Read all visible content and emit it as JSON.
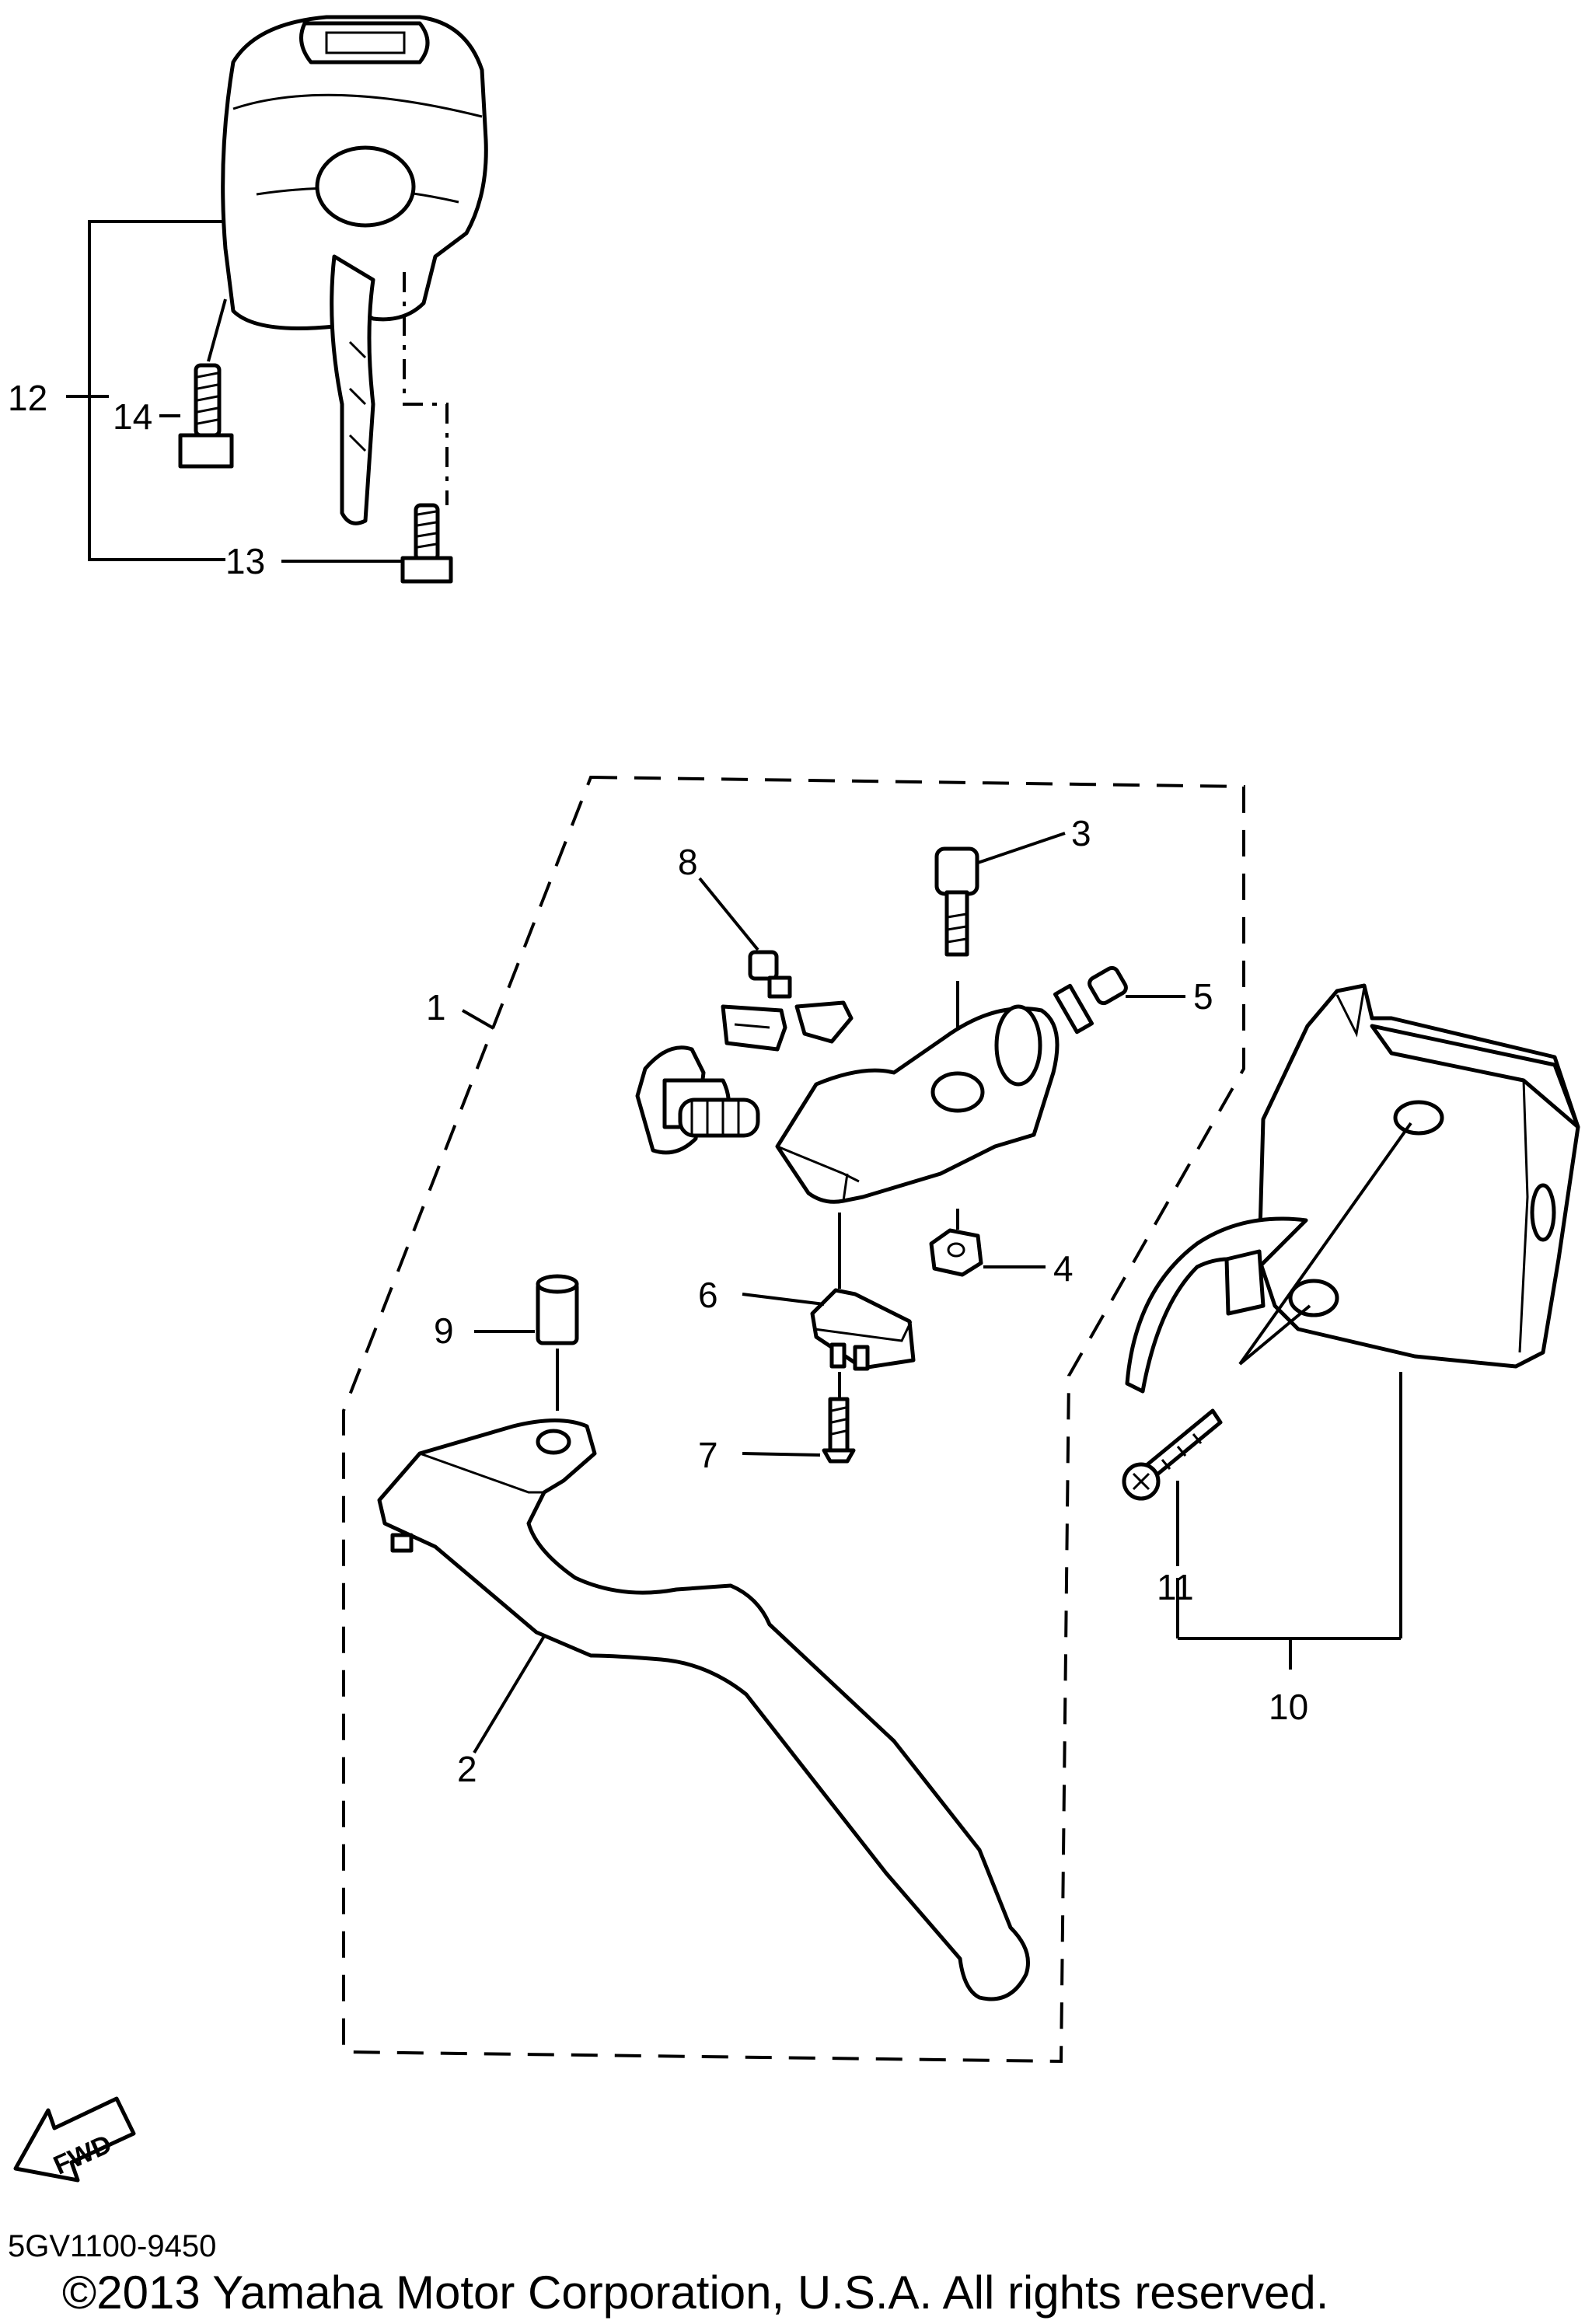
{
  "callouts": {
    "c1": "1",
    "c2": "2",
    "c3": "3",
    "c4": "4",
    "c5": "5",
    "c6": "6",
    "c7": "7",
    "c8": "8",
    "c9": "9",
    "c10": "10",
    "c11": "11",
    "c12": "12",
    "c13": "13",
    "c14": "14"
  },
  "fwd_badge": "FWD",
  "footer": {
    "code": "5GV1100-9450",
    "copyright": "©2013 Yamaha Motor Corporation, U.S.A. All rights reserved."
  }
}
